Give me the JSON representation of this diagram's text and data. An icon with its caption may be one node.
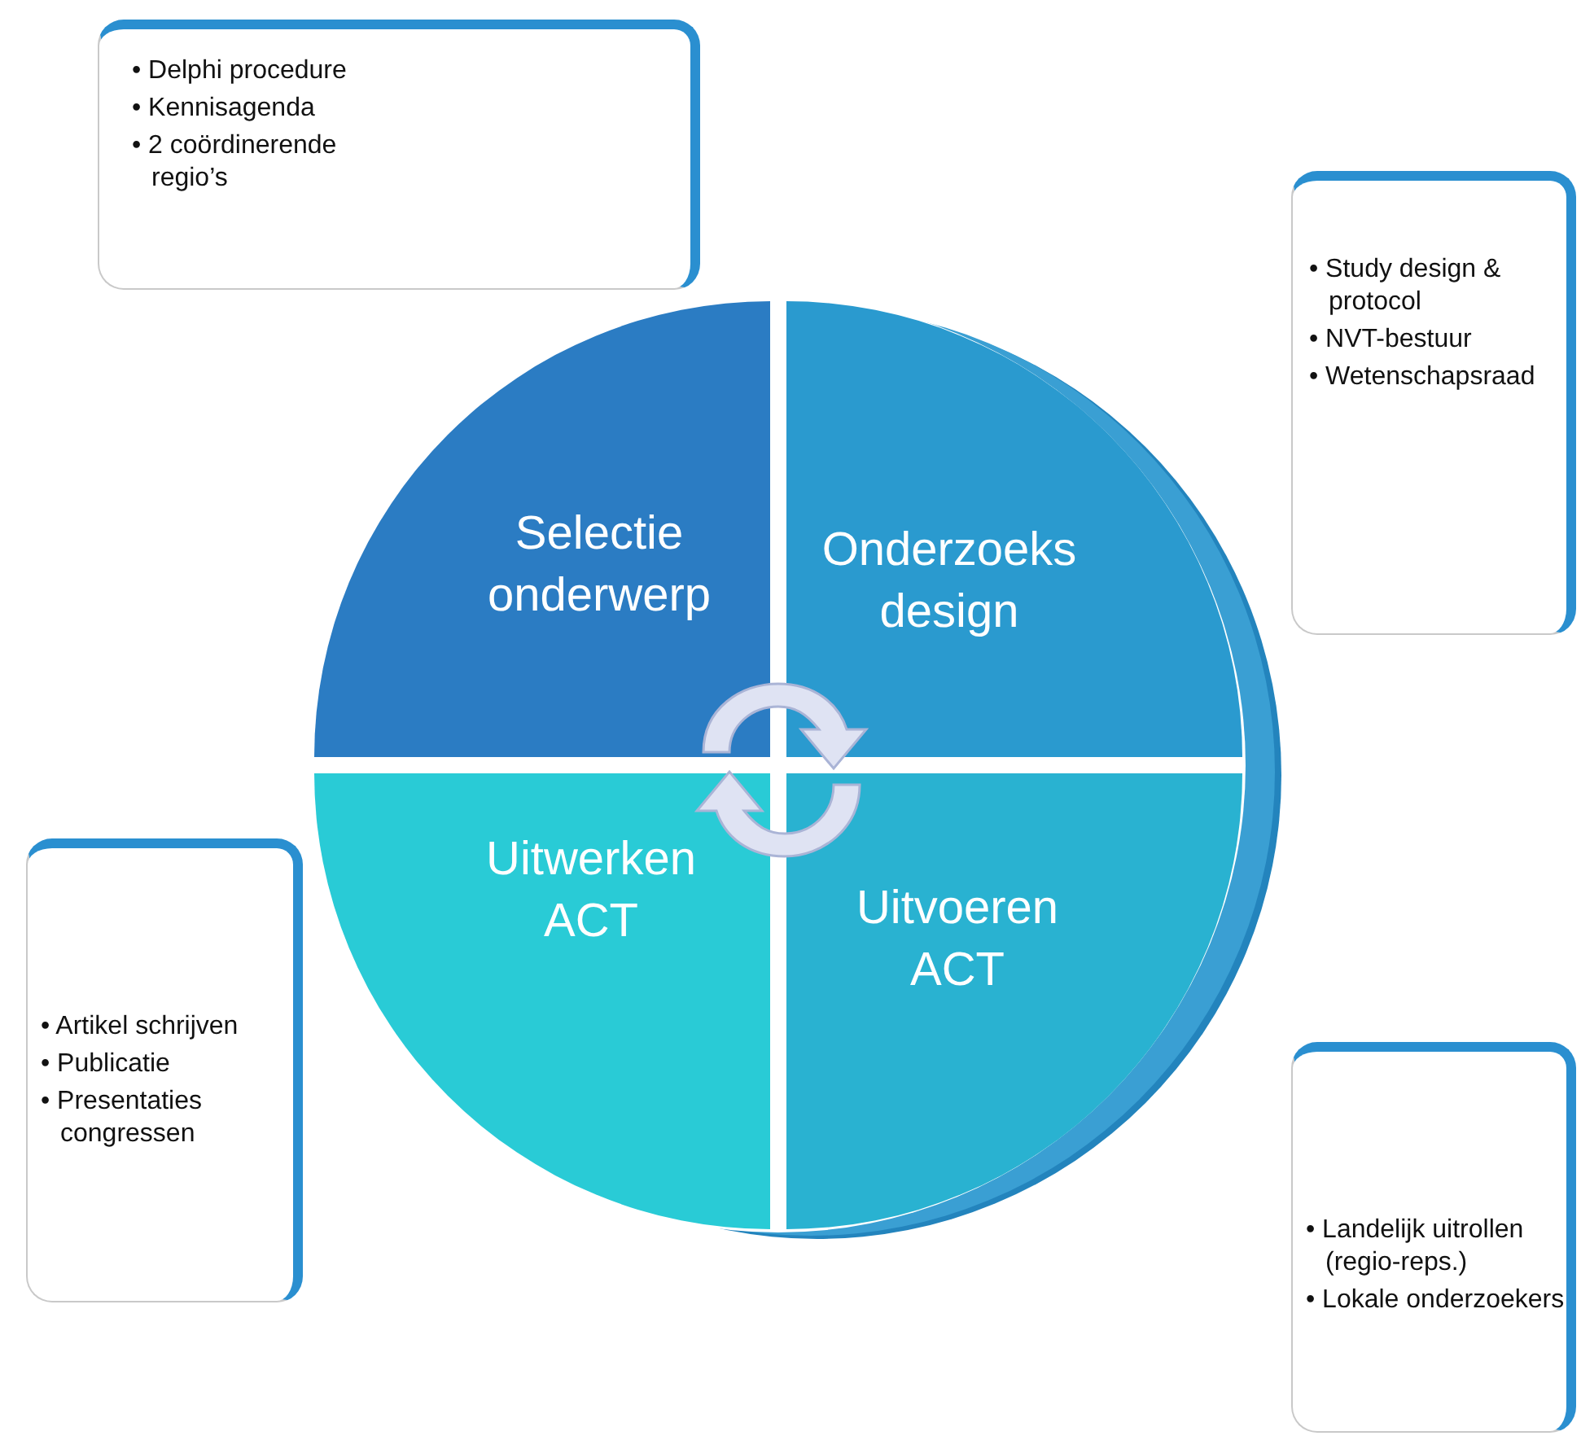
{
  "diagram": {
    "nodes": [
      {
        "text": [
          "• Delphi procedure",
          "• Kennisagenda",
          "• 2 coördinerende regio’s"
        ]
      },
      {
        "text": [
          "• Study design & protocol",
          "• NVT-bestuur",
          "• Wetenschapsraad"
        ]
      },
      {
        "text": [
          "• Artikel schrijven",
          "• Publicatie",
          "• Presentaties congressen"
        ]
      },
      {
        "text": [
          "• Landelijk uitrollen (regio-reps.)",
          "• Lokale onderzoekers"
        ]
      },
      {
        "text": [
          "Selectie onderwerp"
        ]
      },
      {
        "text": [
          "Onderzoeks design"
        ]
      },
      {
        "text": [
          "Uitwerken ACT"
        ]
      },
      {
        "text": [
          "Uitvoeren ACT"
        ]
      }
    ]
  }
}
